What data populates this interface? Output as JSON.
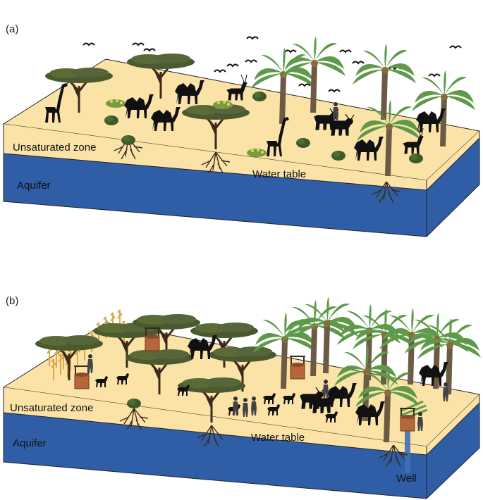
{
  "panels": [
    {
      "label": "(a)",
      "zones": {
        "unsaturated": "Unsaturated zone",
        "aquifer": "Aquifer",
        "water_table": "Water table"
      }
    },
    {
      "label": "(b)",
      "zones": {
        "unsaturated": "Unsaturated zone",
        "aquifer": "Aquifer",
        "water_table": "Water table",
        "well": "Well"
      }
    }
  ],
  "colors": {
    "sand_top": "#fbe3a8",
    "sand_side": "#fbe3a8",
    "aquifer": "#2f5ea6",
    "outline": "#222222",
    "acacia_canopy": "#4a5a2e",
    "palm_frond": "#5e9a4a",
    "silhouette": "#111111",
    "wheat": "#d9a84a",
    "well_brick": "#b5663b",
    "well_water": "#3f6fb5"
  },
  "icons": [
    "acacia-tree-icon",
    "palm-tree-icon",
    "giraffe-icon",
    "camel-icon",
    "antelope-icon",
    "cattle-icon",
    "goat-icon",
    "bird-icon",
    "shrub-icon",
    "person-icon",
    "wheat-field-icon",
    "well-icon",
    "root-system-icon"
  ]
}
